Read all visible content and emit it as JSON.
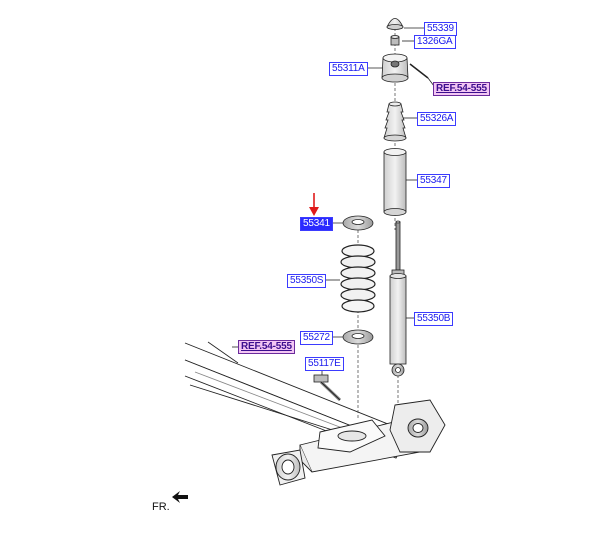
{
  "labels": {
    "insulator_cap": "55339",
    "nut": "1326GA",
    "mount": "55311A",
    "ref_top": "REF.54-555",
    "bump_stopper": "55326A",
    "dust_cover": "55347",
    "upper_pad": "55341",
    "spring": "55350S",
    "shock_absorber": "55350B",
    "lower_pad": "55272",
    "ref_left": "REF.54-555",
    "bolt": "55117E"
  },
  "direction_label": "FR.",
  "icons": {
    "pointer": "red-arrow-down-icon",
    "front": "front-direction-arrow-icon"
  },
  "colors": {
    "label_border": "#3b3bff",
    "label_text": "#1a1aee",
    "selected_fill": "#2b2bff",
    "ref_fill": "#f3c6f3",
    "pointer": "#e01b1b",
    "line": "#222222"
  }
}
